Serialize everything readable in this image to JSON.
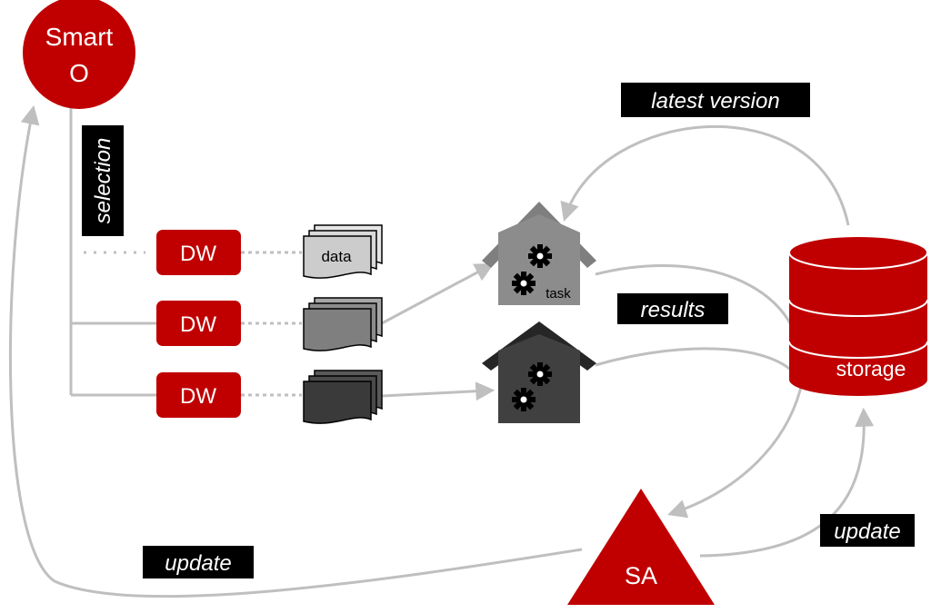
{
  "nodes": {
    "smart_o": {
      "line1": "Smart",
      "line2": "O"
    },
    "workers": [
      {
        "label": "DW"
      },
      {
        "label": "DW"
      },
      {
        "label": "DW"
      }
    ],
    "data_stack_label": "data",
    "task_label": "task",
    "storage_label": "storage",
    "sa_label": "SA"
  },
  "edge_labels": {
    "selection": "selection",
    "latest_version": "latest version",
    "results": "results",
    "update_left": "update",
    "update_right": "update"
  },
  "colors": {
    "red": "#c00000",
    "dark_red": "#a00000",
    "connector_gray": "#bfbfbf",
    "house_light": "#8c8c8c",
    "house_dark": "#404040",
    "label_bg": "#000000",
    "label_fg": "#ffffff"
  }
}
